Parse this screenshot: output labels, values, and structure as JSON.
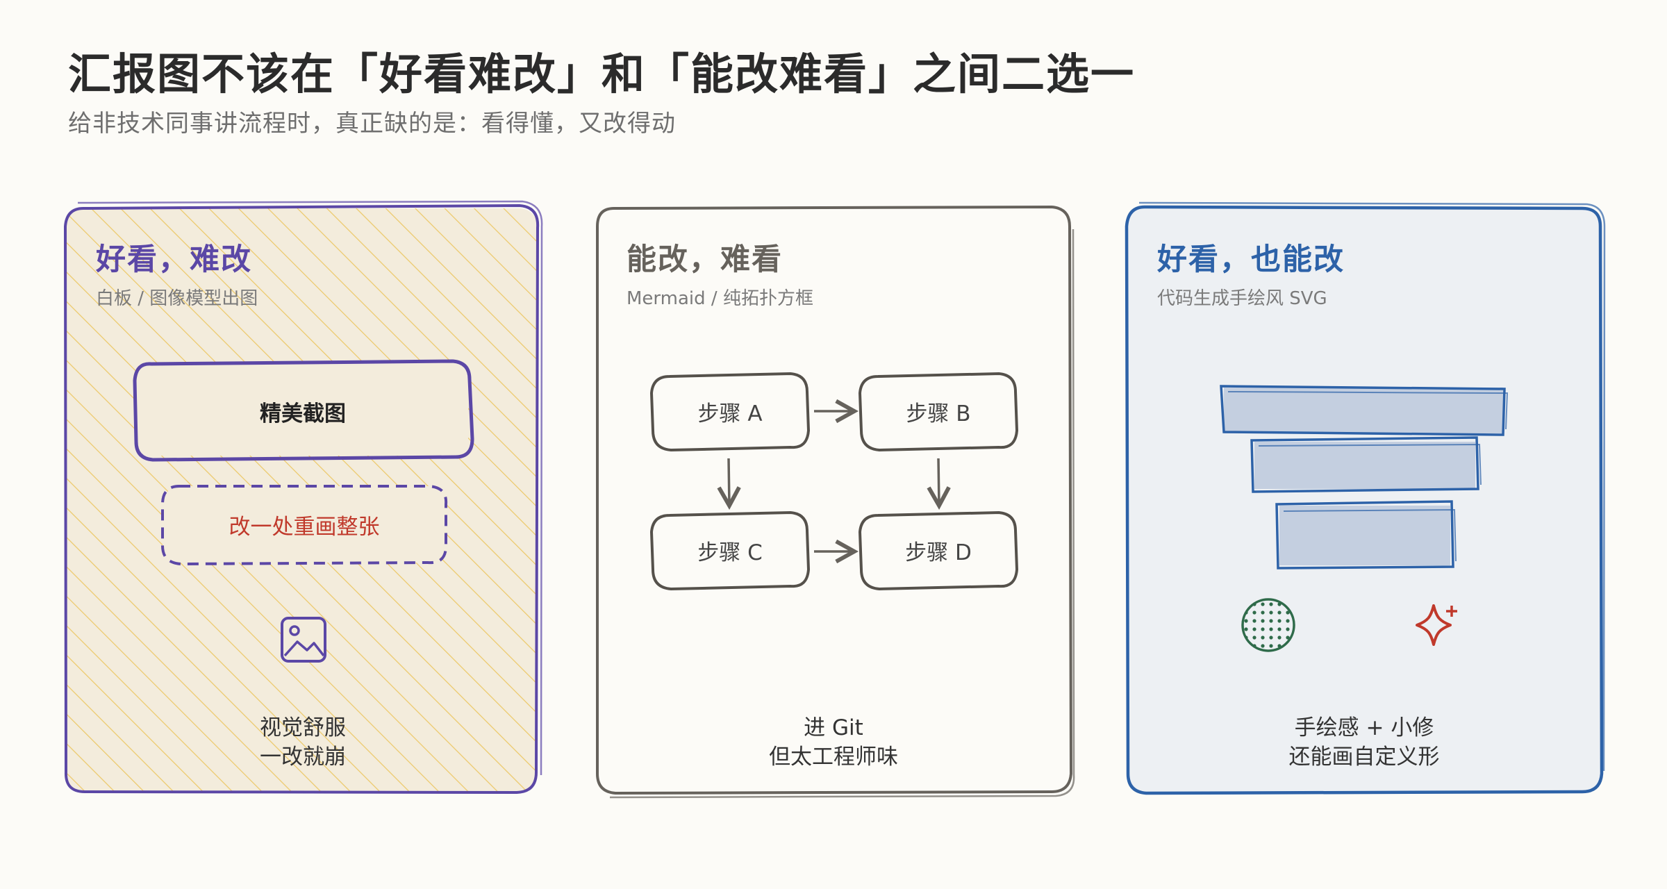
{
  "title": "汇报图不该在「好看难改」和「能改难看」之间二选一",
  "subtitle": "给非技术同事讲流程时，真正缺的是：看得懂，又改得动",
  "colors": {
    "purple": "#5b47a6",
    "purple_fill": "#f3ecdc",
    "hatch": "#ecc96a",
    "gray": "#66625c",
    "blue": "#2d62a8",
    "blue_bg": "#edf0f3",
    "bar_fill": "#c4cfe0",
    "red": "#c0392b",
    "green": "#2f6b4a"
  },
  "panels": [
    {
      "heading": "好看，难改",
      "subheading": "白板 / 图像模型出图",
      "box_label": "精美截图",
      "dashed_label": "改一处重画整张",
      "icon": "image-icon",
      "caption_lines": [
        "视觉舒服",
        "一改就崩"
      ]
    },
    {
      "heading": "能改，难看",
      "subheading": "Mermaid / 纯拓扑方框",
      "steps": [
        "步骤 A",
        "步骤 B",
        "步骤 C",
        "步骤 D"
      ],
      "caption_lines": [
        "进 Git",
        "但太工程师味"
      ]
    },
    {
      "heading": "好看，也能改",
      "subheading": "代码生成手绘风 SVG",
      "icons": [
        "dotted-circle-icon",
        "sparkle-icon"
      ],
      "caption_lines": [
        "手绘感 + 小修",
        "还能画自定义形"
      ]
    }
  ]
}
